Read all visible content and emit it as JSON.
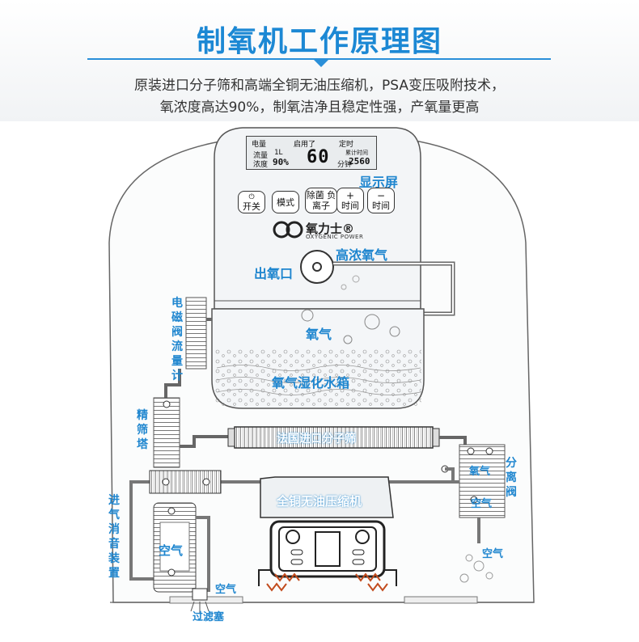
{
  "header": {
    "title": "制氧机工作原理图",
    "subtitle_line1": "原装进口分子筛和高端全铜无油压缩机，PSA变压吸附技术，",
    "subtitle_line2": "氧浓度高达90%，制氧洁净且稳定性强，产氧量更高"
  },
  "panel": {
    "lcd": {
      "tab1": "电量",
      "tab2": "启用了",
      "tab3": "定时",
      "flow_label": "流量",
      "flow_value": "1L",
      "conc_label": "浓度",
      "conc_value": "90%",
      "big_value": "60",
      "unit_min": "分钟",
      "total_label": "累计时间",
      "total_value": "2560"
    },
    "display_label": "显示屏",
    "buttons": [
      {
        "icon": "power-icon",
        "label": "开关"
      },
      {
        "icon": "",
        "label": "模式"
      },
      {
        "icon": "",
        "label": "除菌 负离子"
      },
      {
        "icon": "plus-icon",
        "label": "时间"
      },
      {
        "icon": "minus-icon",
        "label": "时间"
      }
    ],
    "brand_name": "氧力士®",
    "brand_sub": "OXYGENIC POWER"
  },
  "labels": {
    "high_oxygen": "高浓氧气",
    "outlet": "出氧口",
    "oxygen_tank": "氧气",
    "humidifier": "氧气湿化水箱",
    "flowmeter": "电磁阀流量计",
    "fine_filter": "精筛塔",
    "sieve": "法国进口分子筛",
    "compressor": "全铜无油压缩机",
    "separator": "分离阀",
    "sep_oxygen": "氧气",
    "sep_air": "空气",
    "exhaust_air": "空气",
    "muffler": "进气消音装置",
    "muffler_air": "空气",
    "intake_air": "空气",
    "filter_plug": "过滤塞"
  }
}
